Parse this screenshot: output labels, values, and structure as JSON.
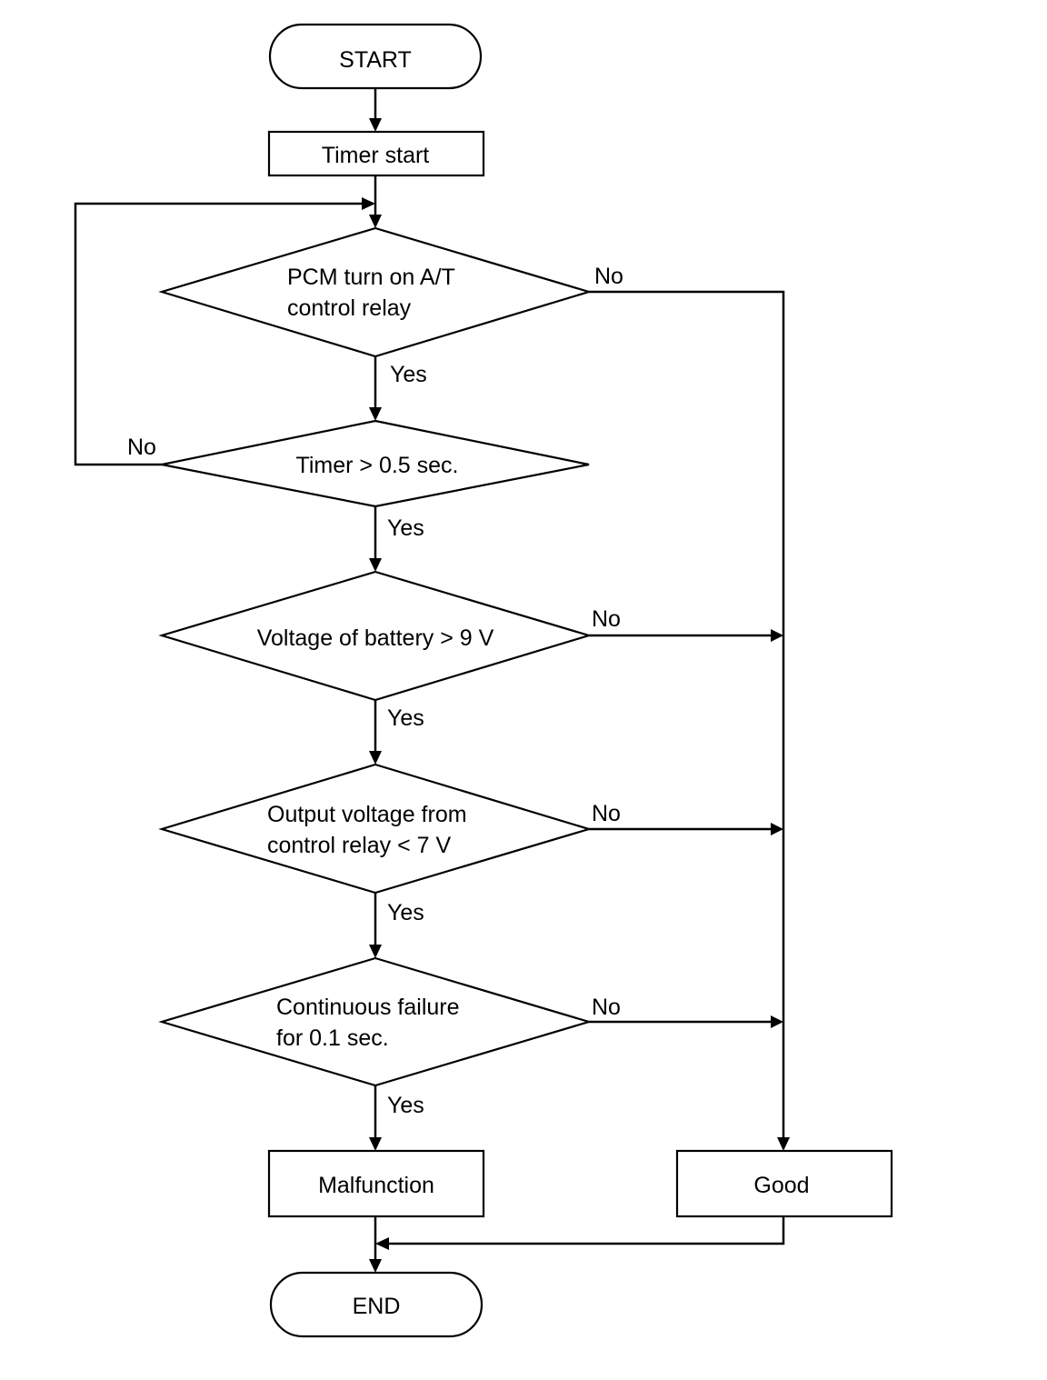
{
  "nodes": {
    "start": {
      "label": "START"
    },
    "timer_start": {
      "label": "Timer start"
    },
    "d1": {
      "line1": "PCM turn on A/T",
      "line2": "control relay"
    },
    "d2": {
      "label": "Timer > 0.5 sec."
    },
    "d3": {
      "label": "Voltage of battery > 9 V"
    },
    "d4": {
      "line1": "Output voltage from",
      "line2": "control relay < 7 V"
    },
    "d5": {
      "line1": "Continuous failure",
      "line2": "for 0.1 sec."
    },
    "malfunction": {
      "label": "Malfunction"
    },
    "good": {
      "label": "Good"
    },
    "end": {
      "label": "END"
    }
  },
  "branch_labels": {
    "d1_yes": "Yes",
    "d1_no": "No",
    "d2_yes": "Yes",
    "d2_no": "No",
    "d3_yes": "Yes",
    "d3_no": "No",
    "d4_yes": "Yes",
    "d4_no": "No",
    "d5_yes": "Yes",
    "d5_no": "No"
  }
}
